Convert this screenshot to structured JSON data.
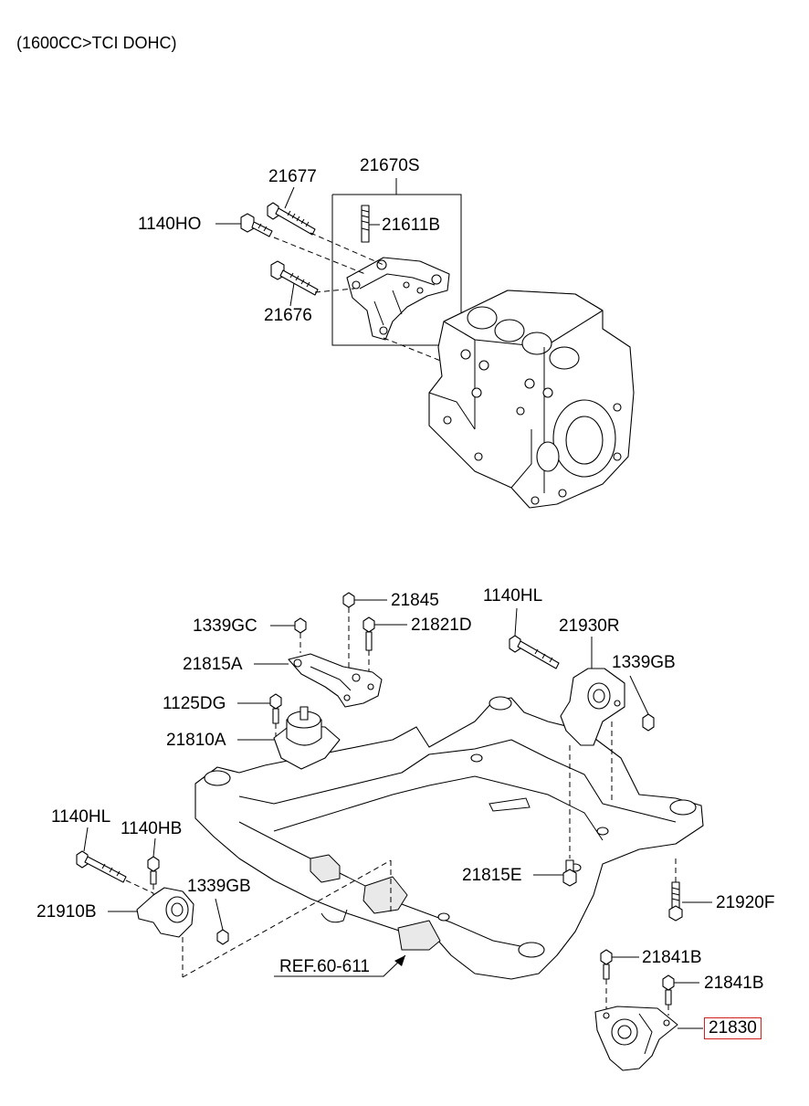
{
  "header": "(1600CC>TCI DOHC)",
  "labels": {
    "l21677": "21677",
    "l21670S": "21670S",
    "l1140HO": "1140HO",
    "l21611B": "21611B",
    "l21676": "21676",
    "l21845": "21845",
    "l1140HL_top": "1140HL",
    "l1339GC": "1339GC",
    "l21821D": "21821D",
    "l21930R": "21930R",
    "l21815A": "21815A",
    "l1339GB_right": "1339GB",
    "l1125DG": "1125DG",
    "l21810A": "21810A",
    "l1140HL_left": "1140HL",
    "l1140HB": "1140HB",
    "l1339GB_left": "1339GB",
    "l21815E": "21815E",
    "l21910B": "21910B",
    "l21920F": "21920F",
    "lref": "REF.60-611",
    "l21841B_1": "21841B",
    "l21841B_2": "21841B",
    "l21830": "21830"
  },
  "colors": {
    "highlight_box": "#d02020",
    "line": "#000000",
    "part_fill": "#ffffff"
  }
}
